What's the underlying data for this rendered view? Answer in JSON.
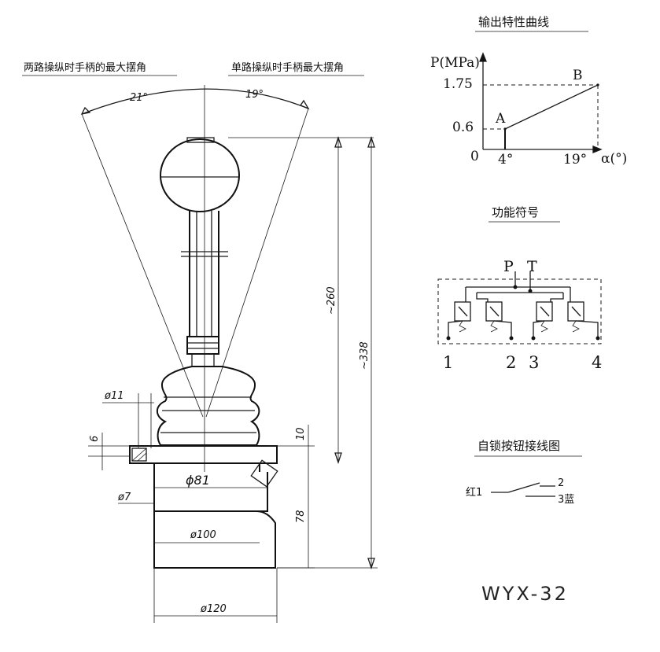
{
  "drawing": {
    "label_two_way_angle": "两路操纵时手柄的最大摆角",
    "label_one_way_angle": "单路操纵时手柄最大摆角",
    "angle_two_way": "21°",
    "angle_one_way": "19°",
    "dim_d11": "ø11",
    "dim_6": "6",
    "dim_d7": "ø7",
    "dim_phi81": "ɸ81",
    "dim_d100": "ø100",
    "dim_d120": "ø120",
    "dim_10": "10",
    "dim_78": "78",
    "dim_260": "~260",
    "dim_338": "~338"
  },
  "output_curve": {
    "title": "输出特性曲线",
    "y_axis_label": "P(MPa)",
    "x_axis_label": "α(°)",
    "y_tick_1": "1.75",
    "y_tick_2": "0.6",
    "origin": "0",
    "x_tick_1": "4°",
    "x_tick_2": "19°",
    "point_a": "A",
    "point_b": "B"
  },
  "chart_data": {
    "type": "line",
    "title": "输出特性曲线",
    "xlabel": "α(°)",
    "ylabel": "P(MPa)",
    "x": [
      4,
      19
    ],
    "series": [
      {
        "values": [
          0.6,
          1.75
        ]
      }
    ],
    "point_labels": [
      "A",
      "B"
    ]
  },
  "function_symbol": {
    "title": "功能符号",
    "port_p": "P",
    "port_t": "T",
    "port_1": "1",
    "port_2": "2",
    "port_3": "3",
    "port_4": "4"
  },
  "button_wiring": {
    "title": "自锁按钮接线图",
    "red_1": "红1",
    "terminal_2": "2",
    "blue_3": "3蓝"
  },
  "model": "WYX-32"
}
